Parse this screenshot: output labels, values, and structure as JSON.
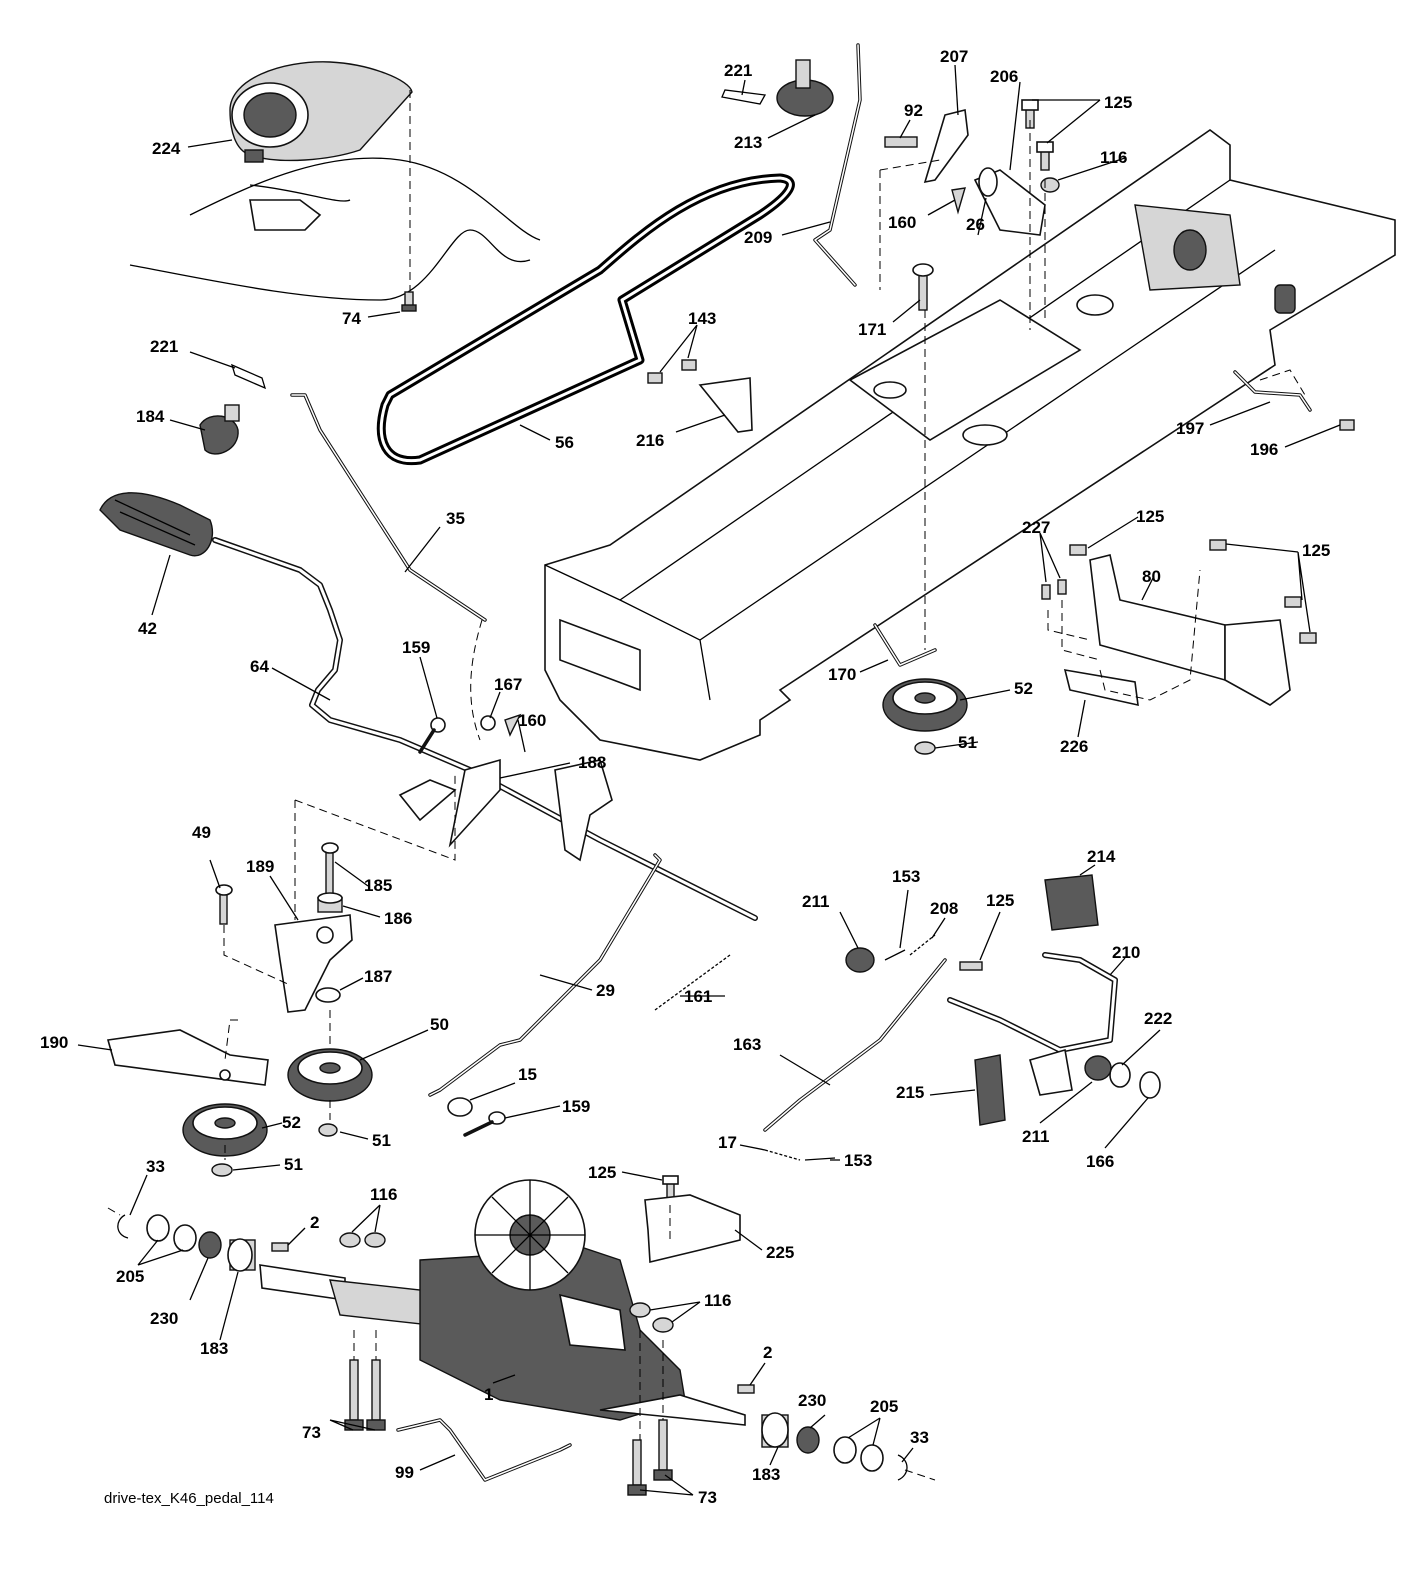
{
  "caption": "drive-tex_K46_pedal_114",
  "labels": [
    {
      "id": "224",
      "text": "224"
    },
    {
      "id": "74",
      "text": "74"
    },
    {
      "id": "221a",
      "text": "221"
    },
    {
      "id": "213",
      "text": "213"
    },
    {
      "id": "221b",
      "text": "221"
    },
    {
      "id": "184",
      "text": "184"
    },
    {
      "id": "56",
      "text": "56"
    },
    {
      "id": "35",
      "text": "35"
    },
    {
      "id": "42",
      "text": "42"
    },
    {
      "id": "64",
      "text": "64"
    },
    {
      "id": "159a",
      "text": "159"
    },
    {
      "id": "167",
      "text": "167"
    },
    {
      "id": "160a",
      "text": "160"
    },
    {
      "id": "188",
      "text": "188"
    },
    {
      "id": "49",
      "text": "49"
    },
    {
      "id": "189",
      "text": "189"
    },
    {
      "id": "185",
      "text": "185"
    },
    {
      "id": "186",
      "text": "186"
    },
    {
      "id": "187",
      "text": "187"
    },
    {
      "id": "190",
      "text": "190"
    },
    {
      "id": "50",
      "text": "50"
    },
    {
      "id": "52a",
      "text": "52"
    },
    {
      "id": "51a",
      "text": "51"
    },
    {
      "id": "51b",
      "text": "51"
    },
    {
      "id": "29",
      "text": "29"
    },
    {
      "id": "161",
      "text": "161"
    },
    {
      "id": "15",
      "text": "15"
    },
    {
      "id": "159b",
      "text": "159"
    },
    {
      "id": "207",
      "text": "207"
    },
    {
      "id": "206",
      "text": "206"
    },
    {
      "id": "125a",
      "text": "125"
    },
    {
      "id": "92",
      "text": "92"
    },
    {
      "id": "116a",
      "text": "116"
    },
    {
      "id": "160b",
      "text": "160"
    },
    {
      "id": "26",
      "text": "26"
    },
    {
      "id": "209",
      "text": "209"
    },
    {
      "id": "171",
      "text": "171"
    },
    {
      "id": "143",
      "text": "143"
    },
    {
      "id": "216",
      "text": "216"
    },
    {
      "id": "197",
      "text": "197"
    },
    {
      "id": "196",
      "text": "196"
    },
    {
      "id": "227",
      "text": "227"
    },
    {
      "id": "125b",
      "text": "125"
    },
    {
      "id": "125c",
      "text": "125"
    },
    {
      "id": "80",
      "text": "80"
    },
    {
      "id": "226",
      "text": "226"
    },
    {
      "id": "170",
      "text": "170"
    },
    {
      "id": "52b",
      "text": "52"
    },
    {
      "id": "51c",
      "text": "51"
    },
    {
      "id": "214",
      "text": "214"
    },
    {
      "id": "211a",
      "text": "211"
    },
    {
      "id": "153a",
      "text": "153"
    },
    {
      "id": "208",
      "text": "208"
    },
    {
      "id": "125d",
      "text": "125"
    },
    {
      "id": "210",
      "text": "210"
    },
    {
      "id": "222",
      "text": "222"
    },
    {
      "id": "163",
      "text": "163"
    },
    {
      "id": "215",
      "text": "215"
    },
    {
      "id": "211b",
      "text": "211"
    },
    {
      "id": "166",
      "text": "166"
    },
    {
      "id": "17",
      "text": "17"
    },
    {
      "id": "153b",
      "text": "153"
    },
    {
      "id": "125e",
      "text": "125"
    },
    {
      "id": "225",
      "text": "225"
    },
    {
      "id": "33a",
      "text": "33"
    },
    {
      "id": "205a",
      "text": "205"
    },
    {
      "id": "230a",
      "text": "230"
    },
    {
      "id": "183a",
      "text": "183"
    },
    {
      "id": "2a",
      "text": "2"
    },
    {
      "id": "116b",
      "text": "116"
    },
    {
      "id": "116c",
      "text": "116"
    },
    {
      "id": "1",
      "text": "1"
    },
    {
      "id": "73a",
      "text": "73"
    },
    {
      "id": "2b",
      "text": "2"
    },
    {
      "id": "230b",
      "text": "230"
    },
    {
      "id": "205b",
      "text": "205"
    },
    {
      "id": "33b",
      "text": "33"
    },
    {
      "id": "183b",
      "text": "183"
    },
    {
      "id": "99",
      "text": "99"
    },
    {
      "id": "73b",
      "text": "73"
    }
  ]
}
